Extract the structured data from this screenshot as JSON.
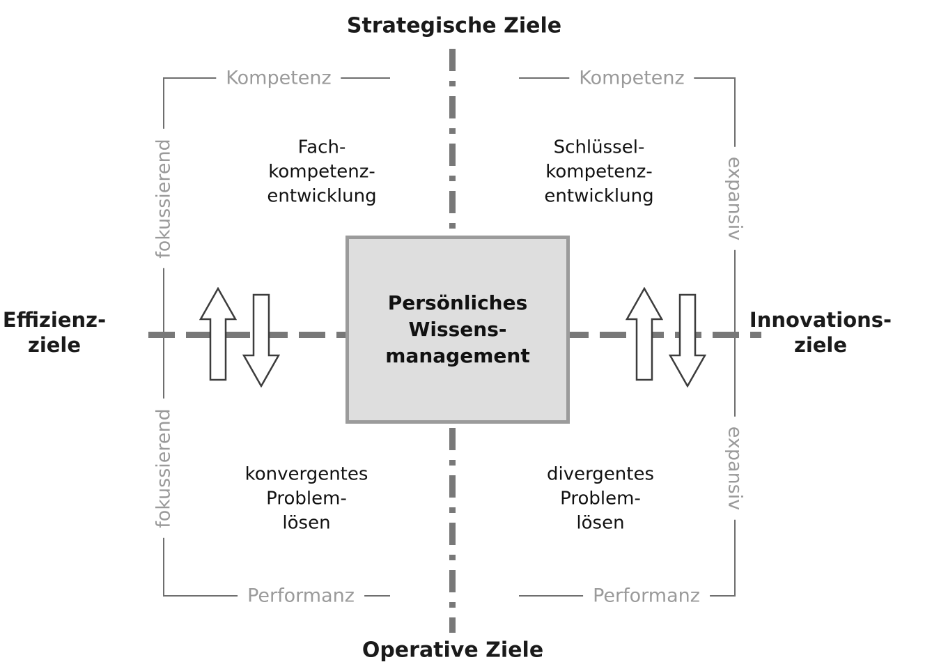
{
  "colors": {
    "background": "#ffffff",
    "axis_dash": "#787878",
    "bracket_line": "#6e6e6e",
    "muted_label": "#9a9a9a",
    "text": "#1a1a1a",
    "box_fill": "#dedede",
    "box_border": "#9b9b9b",
    "arrow_fill": "#ffffff",
    "arrow_outline": "#3c3c3c"
  },
  "axis_labels": {
    "top": "Strategische Ziele",
    "bottom": "Operative Ziele",
    "left": {
      "line1": "Effizienz-",
      "line2": "ziele"
    },
    "right": {
      "line1": "Innovations-",
      "line2": "ziele"
    }
  },
  "center_box": {
    "line1": "Persönliches",
    "line2": "Wissens-",
    "line3": "management"
  },
  "quadrants": {
    "top_left": {
      "line1": "Fach-",
      "line2": "kompetenz-",
      "line3": "entwicklung"
    },
    "top_right": {
      "line1": "Schlüssel-",
      "line2": "kompetenz-",
      "line3": "entwicklung"
    },
    "bottom_left": {
      "line1": "konvergentes",
      "line2": "Problem-",
      "line3": "lösen"
    },
    "bottom_right": {
      "line1": "divergentes",
      "line2": "Problem-",
      "line3": "lösen"
    }
  },
  "bracket_labels": {
    "top_left": "Kompetenz",
    "top_right": "Kompetenz",
    "bottom_left": "Performanz",
    "bottom_right": "Performanz",
    "left_upper": "fokussierend",
    "left_lower": "fokussierend",
    "right_upper": "expansiv",
    "right_lower": "expansiv"
  }
}
